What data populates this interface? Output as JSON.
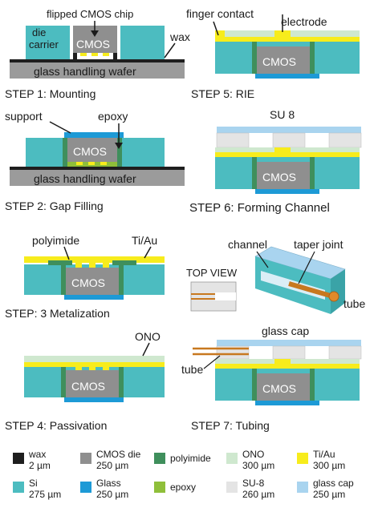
{
  "colors": {
    "wax": "#1e1e1e",
    "cmos": "#8f8f8f",
    "polyimide": "#3f8f5c",
    "ono": "#cfe8cf",
    "tiau": "#f7ec1c",
    "si": "#4cbcc0",
    "glass": "#1d9ad6",
    "epoxy": "#8fbf3a",
    "su8": "#e4e4e4",
    "glasscap": "#a9d4ef",
    "handling": "#9b9b9b",
    "tube": "#c8781f"
  },
  "steps": {
    "s1": {
      "caption": "STEP 1:  Mounting",
      "flipped": "flipped CMOS chip",
      "die": "die",
      "carrier": "carrier",
      "cmos": "CMOS",
      "wax": "wax",
      "wafer": "glass handling wafer"
    },
    "s2": {
      "caption": "STEP 2: Gap Filling",
      "support": "support",
      "epoxy": "epoxy",
      "cmos": "CMOS",
      "wafer": "glass handling wafer"
    },
    "s3": {
      "caption": "STEP: 3 Metalization",
      "polyimide": "polyimide",
      "tiau": "Ti/Au",
      "cmos": "CMOS"
    },
    "s4": {
      "caption": "STEP 4: Passivation",
      "ono": "ONO",
      "cmos": "CMOS"
    },
    "s5": {
      "caption": "STEP 5: RIE",
      "finger": "finger contact",
      "electrode": "electrode",
      "cmos": "CMOS"
    },
    "s6": {
      "caption": "STEP 6: Forming Channel",
      "su8": "SU 8",
      "cmos": "CMOS"
    },
    "s7": {
      "caption": "STEP 7: Tubing",
      "channel": "channel",
      "taper": "taper joint",
      "topview": "TOP VIEW",
      "tube": "tube",
      "glasscap": "glass cap",
      "tube2": "tube",
      "cmos": "CMOS"
    }
  },
  "legend": [
    {
      "name": "wax",
      "line1": "wax",
      "line2": "2 µm",
      "color": "#1e1e1e"
    },
    {
      "name": "cmos",
      "line1": "CMOS die",
      "line2": "250 µm",
      "color": "#8f8f8f"
    },
    {
      "name": "polyimide",
      "line1": "polyimide",
      "line2": "",
      "color": "#3f8f5c"
    },
    {
      "name": "ono",
      "line1": "ONO",
      "line2": "300 µm",
      "color": "#cfe8cf"
    },
    {
      "name": "tiau",
      "line1": "Ti/Au",
      "line2": "300 µm",
      "color": "#f7ec1c"
    },
    {
      "name": "si",
      "line1": "Si",
      "line2": "275 µm",
      "color": "#4cbcc0"
    },
    {
      "name": "glass",
      "line1": "Glass",
      "line2": "250 µm",
      "color": "#1d9ad6"
    },
    {
      "name": "epoxy",
      "line1": "epoxy",
      "line2": "",
      "color": "#8fbf3a"
    },
    {
      "name": "su8",
      "line1": "SU-8",
      "line2": "260 µm",
      "color": "#e4e4e4"
    },
    {
      "name": "glasscap",
      "line1": "glass cap",
      "line2": "250 µm",
      "color": "#a9d4ef"
    }
  ]
}
